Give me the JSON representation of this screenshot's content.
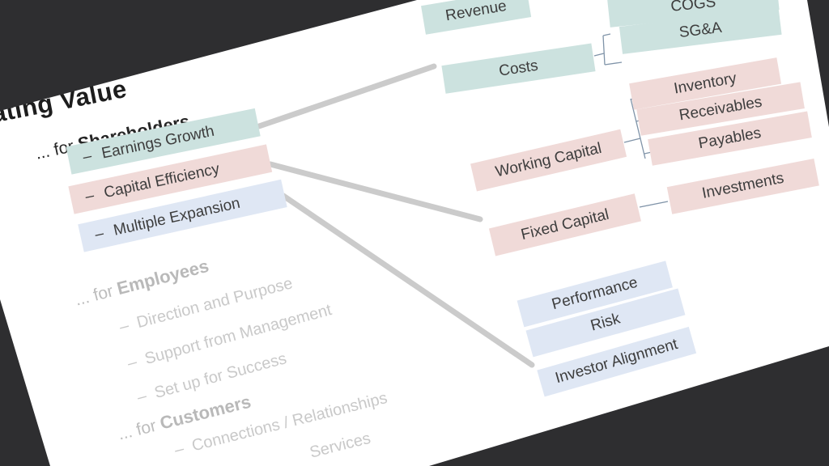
{
  "title": "Creating Value",
  "dash": "–",
  "sections": {
    "shareholders": {
      "header_prefix": "... for",
      "header_name": "Shareholders",
      "muted": false,
      "drivers": [
        {
          "label": "Earnings Growth",
          "color": "teal",
          "children": [
            {
              "label": "Revenue",
              "children": []
            },
            {
              "label": "Costs",
              "children": [
                {
                  "label": "COGS"
                },
                {
                  "label": "SG&A"
                }
              ]
            }
          ]
        },
        {
          "label": "Capital Efficiency",
          "color": "pink",
          "children": [
            {
              "label": "Working Capital",
              "children": [
                {
                  "label": "Inventory"
                },
                {
                  "label": "Receivables"
                },
                {
                  "label": "Payables"
                }
              ]
            },
            {
              "label": "Fixed Capital",
              "children": [
                {
                  "label": "Investments"
                }
              ]
            }
          ]
        },
        {
          "label": "Multiple Expansion",
          "color": "blue",
          "children": [
            {
              "label": "Performance"
            },
            {
              "label": "Risk"
            },
            {
              "label": "Investor Alignment"
            }
          ]
        }
      ]
    },
    "employees": {
      "header_prefix": "... for",
      "header_name": "Employees",
      "muted": true,
      "drivers": [
        {
          "label": "Direction and Purpose"
        },
        {
          "label": "Support from Management"
        },
        {
          "label": "Set up for Success"
        }
      ]
    },
    "customers": {
      "header_prefix": "... for",
      "header_name": "Customers",
      "muted": true,
      "drivers": [
        {
          "label": "Connections / Relationships"
        },
        {
          "label": "Services"
        }
      ]
    }
  },
  "colors": {
    "backdrop": "#2e2e30",
    "slide_bg": "#ffffff",
    "teal_box": "#cce2df",
    "pink_box": "#f0dad8",
    "blue_box": "#dfe7f4",
    "box_text": "#3d3d3d",
    "muted_text": "#c9c9c9",
    "thick_connector": "#cbcbcb",
    "bracket_line": "#7f93a8"
  }
}
